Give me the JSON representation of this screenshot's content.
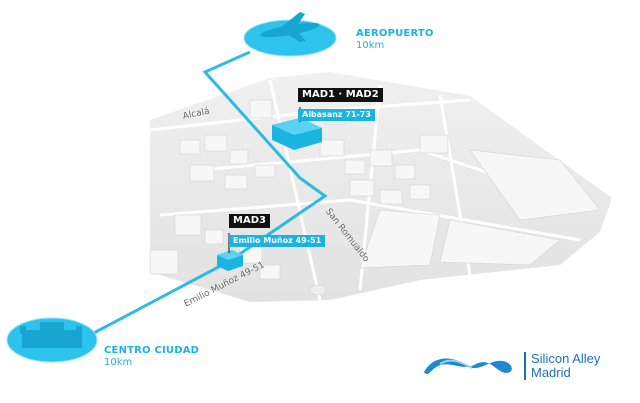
{
  "destinations": {
    "airport": {
      "name": "AEROPUERTO",
      "distance": "10km",
      "icon": "airplane-icon"
    },
    "city_center": {
      "name": "CENTRO CIUDAD",
      "distance": "10km",
      "icon": "palace-icon"
    }
  },
  "sites": [
    {
      "code": "MAD1 · MAD2",
      "address": "Albasanz 71-73"
    },
    {
      "code": "MAD3",
      "address": "Emilio Muñoz 49-51"
    }
  ],
  "streets": {
    "alcala": "Alcalá",
    "san_romualdo": "San Romualdo",
    "emilio_munoz": "Emilio Muñoz 49-51"
  },
  "logo": {
    "line1": "Silicon Alley",
    "line2": "Madrid"
  },
  "colors": {
    "accent": "#1ab4e0",
    "logo": "#1e6fb8",
    "ground": "#e6e6e6"
  }
}
